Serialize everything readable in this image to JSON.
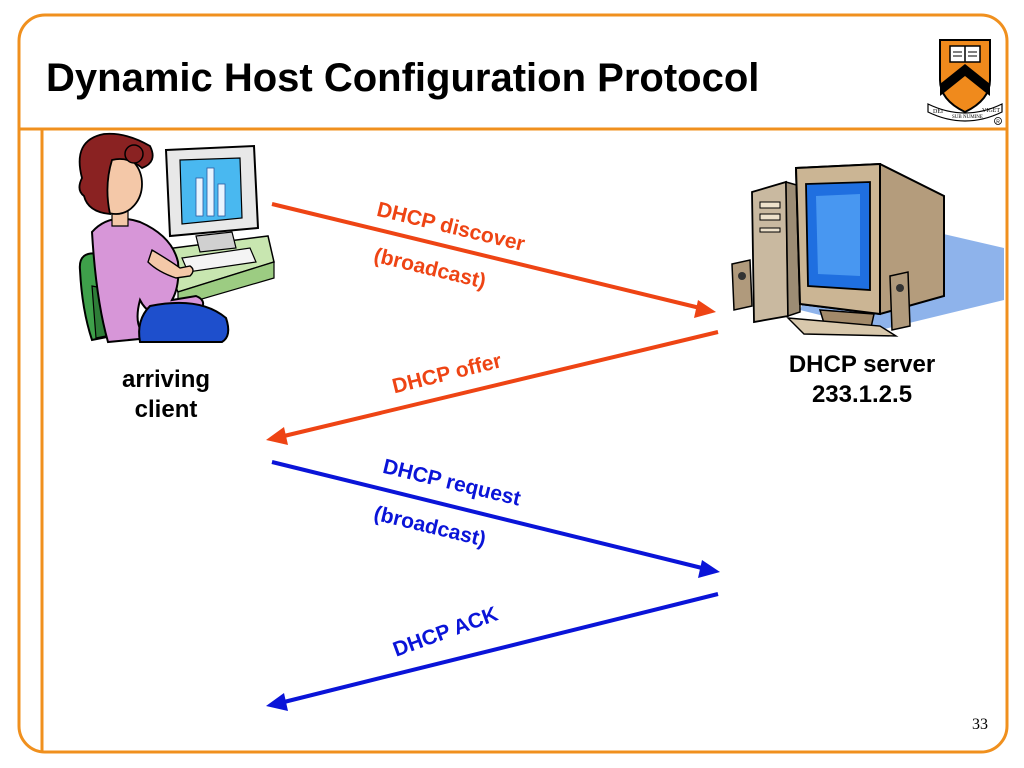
{
  "slide": {
    "title": "Dynamic Host Configuration Protocol",
    "page_number": "33",
    "colors": {
      "frame": "#f0901e",
      "request_arrows": "#ee4414",
      "reply_arrows": "#0a14d8",
      "text": "#000000"
    },
    "logo": {
      "icon": "princeton-shield-logo",
      "motto": [
        "DEI",
        "SUB NUMINE",
        "VIGET"
      ]
    },
    "client": {
      "icon": "person-at-computer-icon",
      "label_line1": "arriving",
      "label_line2": "client"
    },
    "server": {
      "icon": "desktop-computer-icon",
      "label_line1": "DHCP server",
      "address": "233.1.2.5"
    },
    "messages": [
      {
        "label": "DHCP discover",
        "sublabel": "(broadcast)",
        "direction": "client-to-server",
        "color": "#ee4414"
      },
      {
        "label": "DHCP offer",
        "direction": "server-to-client",
        "color": "#ee4414"
      },
      {
        "label": "DHCP request",
        "sublabel": "(broadcast)",
        "direction": "client-to-server",
        "color": "#0a14d8"
      },
      {
        "label": "DHCP ACK",
        "direction": "server-to-client",
        "color": "#0a14d8"
      }
    ]
  }
}
